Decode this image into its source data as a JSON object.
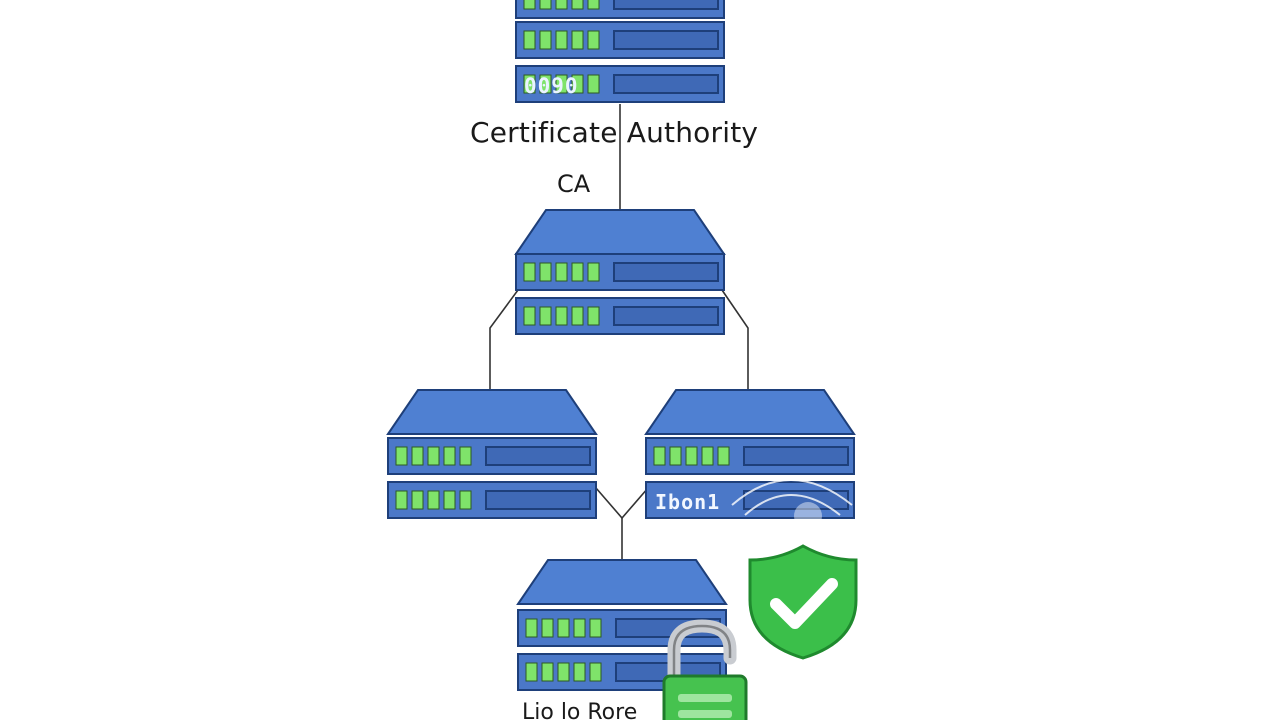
{
  "diagram": {
    "ca_title": "Certificate Authority",
    "ca_abbrev": "CA",
    "server_display_text": "0090",
    "server_display_text_2": "Ibon1",
    "bottom_label": "Lio lo Rore",
    "nodes": [
      {
        "id": "root-ca-server",
        "units": 3
      },
      {
        "id": "intermediate-ca-server",
        "units": 2
      },
      {
        "id": "issuing-server-left",
        "units": 2
      },
      {
        "id": "issuing-server-right",
        "units": 2
      },
      {
        "id": "end-entity-server",
        "units": 2
      }
    ],
    "edges": [
      [
        "root-ca-server",
        "intermediate-ca-server"
      ],
      [
        "intermediate-ca-server",
        "issuing-server-left"
      ],
      [
        "intermediate-ca-server",
        "issuing-server-right"
      ],
      [
        "issuing-server-left",
        "end-entity-server"
      ],
      [
        "issuing-server-right",
        "end-entity-server"
      ]
    ],
    "icons": [
      "shield-check-icon",
      "open-padlock-icon"
    ]
  },
  "colors": {
    "server_blue": "#4b78c8",
    "server_outline": "#1e3f7a",
    "led_green": "#7fe36a",
    "shield_green": "#3bbf4a",
    "lock_green": "#46c24f",
    "lock_shackle": "#c9ccd1"
  }
}
